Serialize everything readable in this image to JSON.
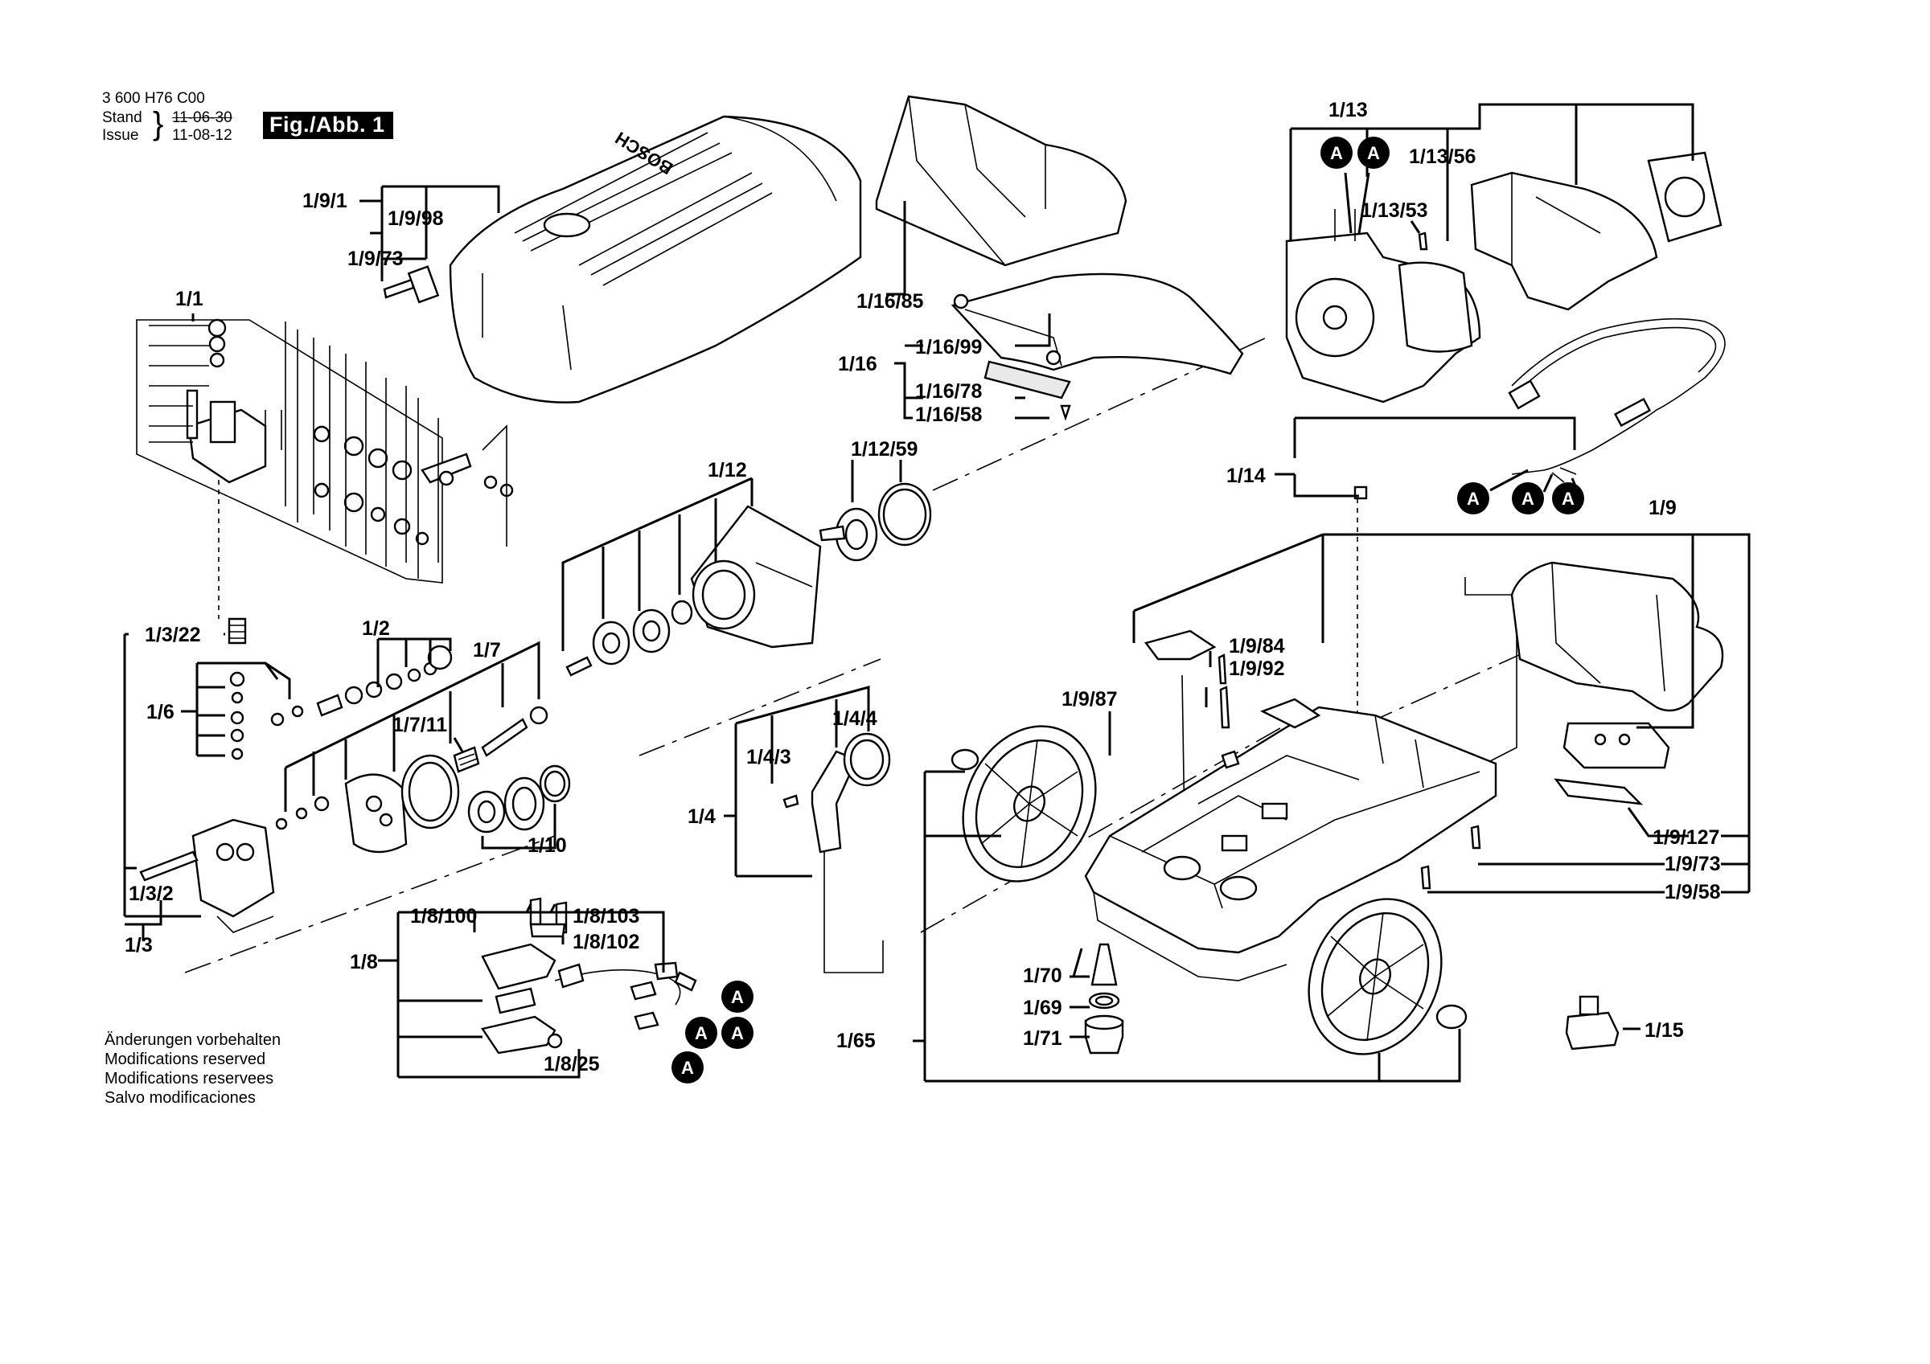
{
  "header": {
    "doc_number": "3 600 H76 C00",
    "stand_label": "Stand",
    "stand_date_struck": "11-06-30",
    "issue_label": "Issue",
    "issue_date": "11-08-12",
    "figure_badge": "Fig./Abb. 1"
  },
  "footer": {
    "lines": [
      "Änderungen vorbehalten",
      "Modifications reserved",
      "Modifications reservees",
      "Salvo modificaciones"
    ]
  },
  "brand_text": "BOSCH",
  "marker_text": "A",
  "labels": {
    "l_1_1": "1/1",
    "l_1_2": "1/2",
    "l_1_3": "1/3",
    "l_1_3_2": "1/3/2",
    "l_1_3_22": "1/3/22",
    "l_1_4": "1/4",
    "l_1_4_3": "1/4/3",
    "l_1_4_4": "1/4/4",
    "l_1_6": "1/6",
    "l_1_7": "1/7",
    "l_1_7_11": "1/7/11",
    "l_1_8": "1/8",
    "l_1_8_100": "1/8/100",
    "l_1_8_103": "1/8/103",
    "l_1_8_102": "1/8/102",
    "l_1_8_25": "1/8/25",
    "l_1_9": "1/9",
    "l_1_9_1": "1/9/1",
    "l_1_9_98": "1/9/98",
    "l_1_9_73_top": "1/9/73",
    "l_1_9_84": "1/9/84",
    "l_1_9_92": "1/9/92",
    "l_1_9_87": "1/9/87",
    "l_1_9_127": "1/9/127",
    "l_1_9_73_right": "1/9/73",
    "l_1_9_58": "1/9/58",
    "l_1_10": "1/10",
    "l_1_12": "1/12",
    "l_1_12_59": "1/12/59",
    "l_1_13": "1/13",
    "l_1_13_56": "1/13/56",
    "l_1_13_53": "1/13/53",
    "l_1_14": "1/14",
    "l_1_15": "1/15",
    "l_1_16": "1/16",
    "l_1_16_85": "1/16/85",
    "l_1_16_99": "1/16/99",
    "l_1_16_78": "1/16/78",
    "l_1_16_58": "1/16/58",
    "l_1_65": "1/65",
    "l_1_69": "1/69",
    "l_1_70": "1/70",
    "l_1_71": "1/71"
  }
}
